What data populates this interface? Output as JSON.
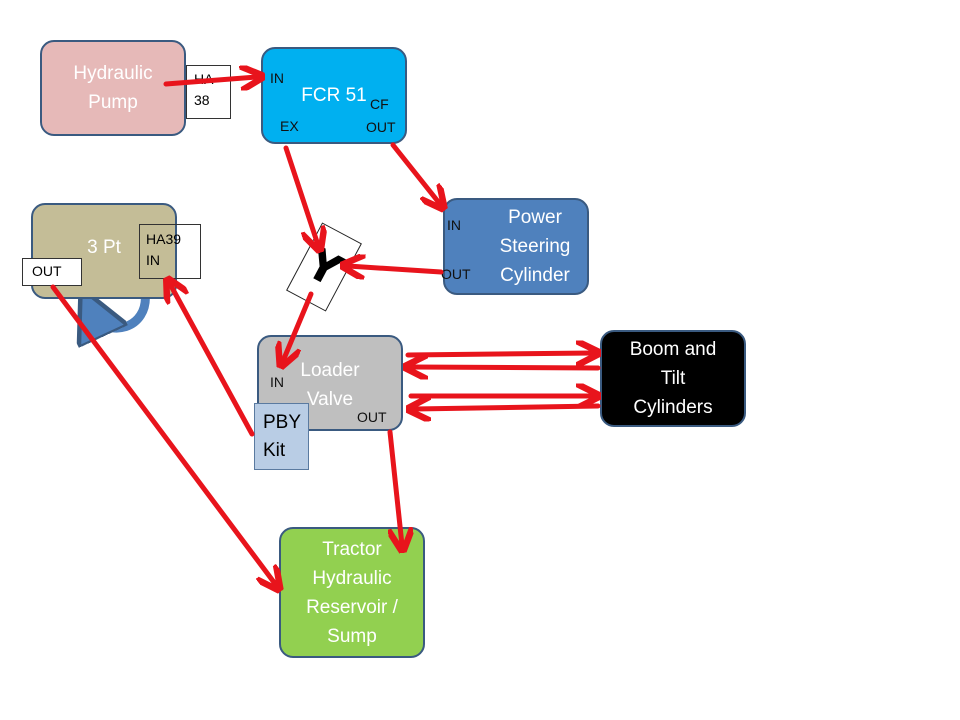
{
  "nodes": {
    "hydraulic_pump": "Hydraulic\nPump",
    "fcr51": "FCR 51",
    "three_pt": "3 Pt",
    "power_steering": "Power\nSteering\nCylinder",
    "loader_valve": "Loader\nValve",
    "boom_tilt": "Boom and\nTilt\nCylinders",
    "reservoir": "Tractor\nHydraulic\nReservoir /\nSump"
  },
  "tags": {
    "ha38": "HA\n38",
    "ha39": "HA39\nIN",
    "three_pt_out": "OUT",
    "pby_kit": "PBY\nKit"
  },
  "ports": {
    "fcr_in": "IN",
    "fcr_ex": "EX",
    "fcr_cf": "CF",
    "fcr_out": "OUT",
    "ps_in": "IN",
    "ps_out": "OUT",
    "lv_in": "IN",
    "lv_out": "OUT"
  },
  "y_fitting": "Y",
  "colors": {
    "pump": "#e6b9b8",
    "fcr": "#00b0f0",
    "three_pt": "#c4bd97",
    "power_steering": "#4f81bd",
    "loader_valve": "#bfbfbf",
    "boom": "#000000",
    "reservoir": "#92d050",
    "pby": "#b9cde5",
    "arrow": "#e8141c",
    "loop": "#4f81bd"
  }
}
